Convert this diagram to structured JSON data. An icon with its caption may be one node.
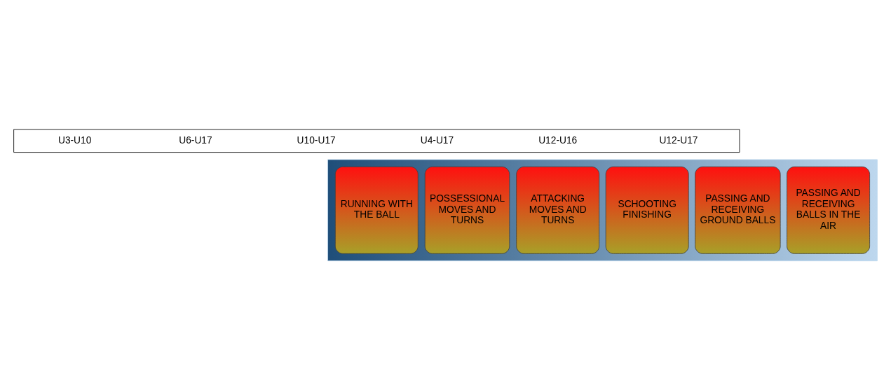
{
  "diagram": {
    "nodes": [
      {
        "text": [],
        "shape": "arrow"
      },
      {
        "text": [
          "RUNNING WITH THE BALL"
        ],
        "in": 0
      },
      {
        "text": [
          "POSSESSIONAL MOVES AND TURNS"
        ],
        "in": 0
      },
      {
        "text": [
          "ATTACKING MOVES AND TURNS"
        ],
        "in": 0
      },
      {
        "text": [
          "SCHOOTING FINISHING"
        ],
        "in": 0
      },
      {
        "text": [
          "PASSING AND RECEIVING GROUND BALLS"
        ],
        "in": 0
      },
      {
        "text": [
          "PASSING AND RECEIVING BALLS IN THE AIR"
        ],
        "in": 0
      }
    ],
    "labels": [
      "U3-U10",
      "U6-U17",
      "U10-U17",
      "U4-U17",
      "U12-U16",
      "U12-U17"
    ]
  }
}
